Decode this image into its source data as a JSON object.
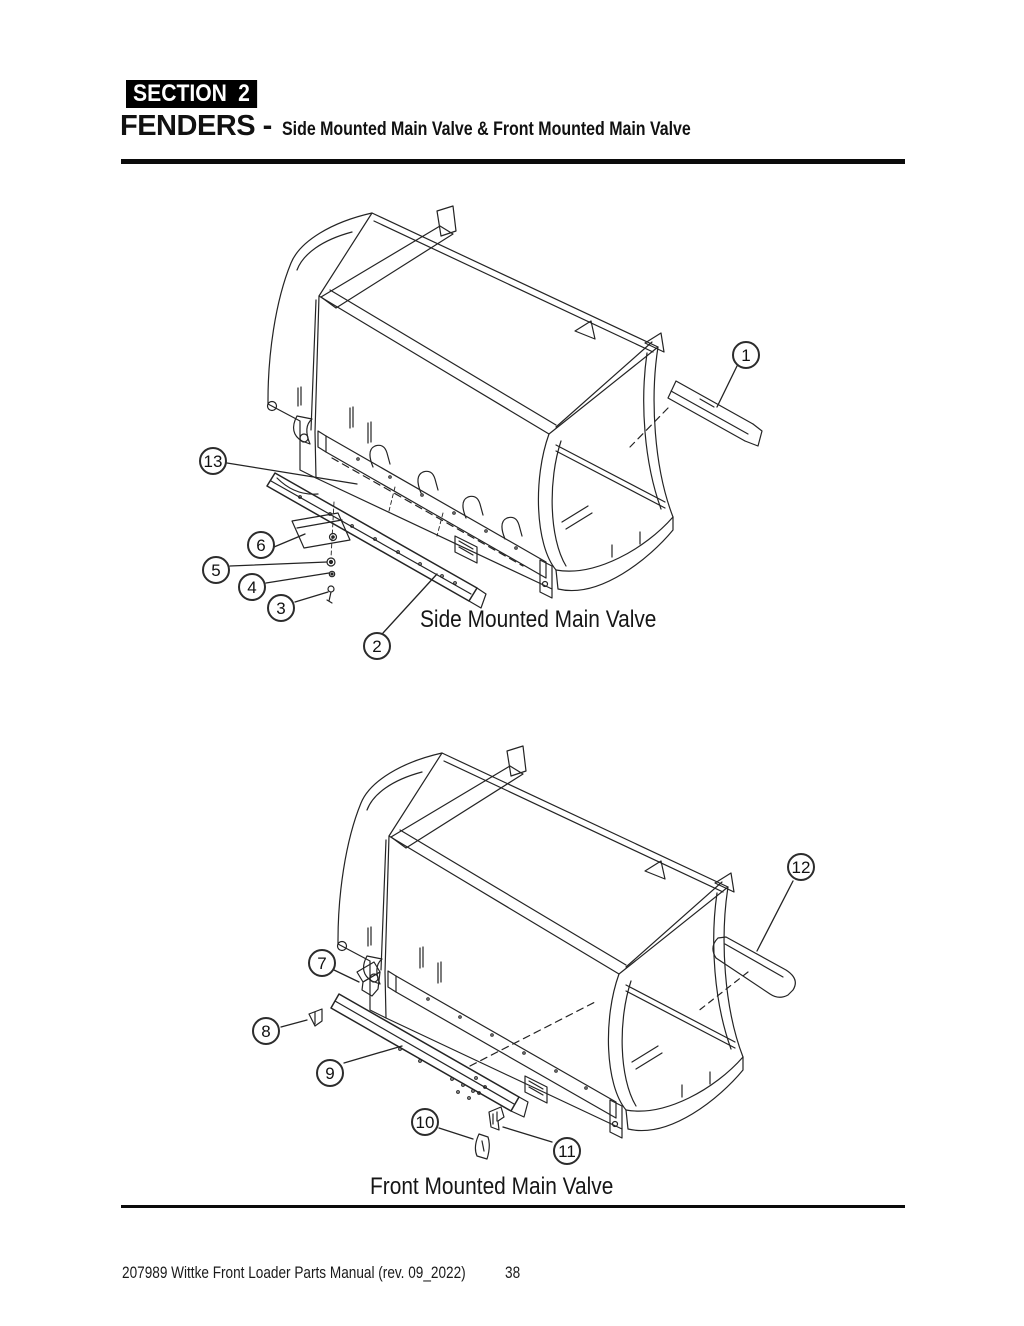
{
  "header": {
    "section_badge": "SECTION 2",
    "title": "FENDERS -",
    "subtitle": "Side Mounted Main Valve & Front Mounted Main Valve"
  },
  "diagrams": {
    "side_mounted": {
      "caption": "Side Mounted Main Valve",
      "callouts": [
        {
          "number": "1"
        },
        {
          "number": "13"
        },
        {
          "number": "6"
        },
        {
          "number": "5"
        },
        {
          "number": "4"
        },
        {
          "number": "3"
        },
        {
          "number": "2"
        }
      ]
    },
    "front_mounted": {
      "caption": "Front Mounted Main Valve",
      "callouts": [
        {
          "number": "12"
        },
        {
          "number": "7"
        },
        {
          "number": "8"
        },
        {
          "number": "9"
        },
        {
          "number": "10"
        },
        {
          "number": "11"
        }
      ]
    }
  },
  "footer": {
    "left": "207989 Wittke Front Loader Parts Manual (rev. 09_2022)",
    "page_number": "38"
  }
}
